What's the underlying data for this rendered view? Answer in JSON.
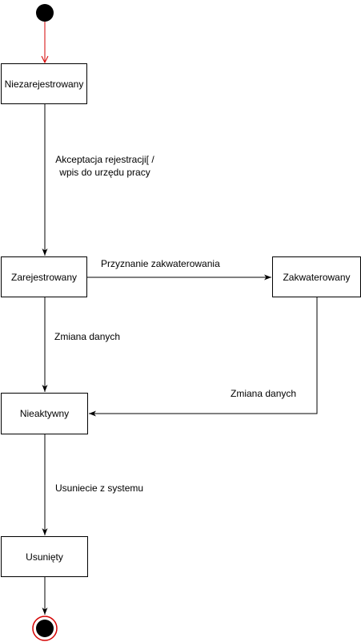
{
  "states": {
    "s1": "Niezarejestrowany",
    "s2": "Zarejestrowany",
    "s3": "Zakwaterowany",
    "s4": "Nieaktywny",
    "s5": "Usunięty"
  },
  "transitions": {
    "t1_line1": "Akceptacja rejestracji[ /",
    "t1_line2": "wpis do urzędu pracy",
    "t2": "Przyznanie zakwaterowania",
    "t3": "Zmiana danych",
    "t4": "Zmiana danych",
    "t5": "Usuniecie z systemu"
  },
  "colors": {
    "initial_arrow": "#d40000",
    "final_ring": "#d40000",
    "line": "#000000",
    "node_fill": "#000000"
  }
}
